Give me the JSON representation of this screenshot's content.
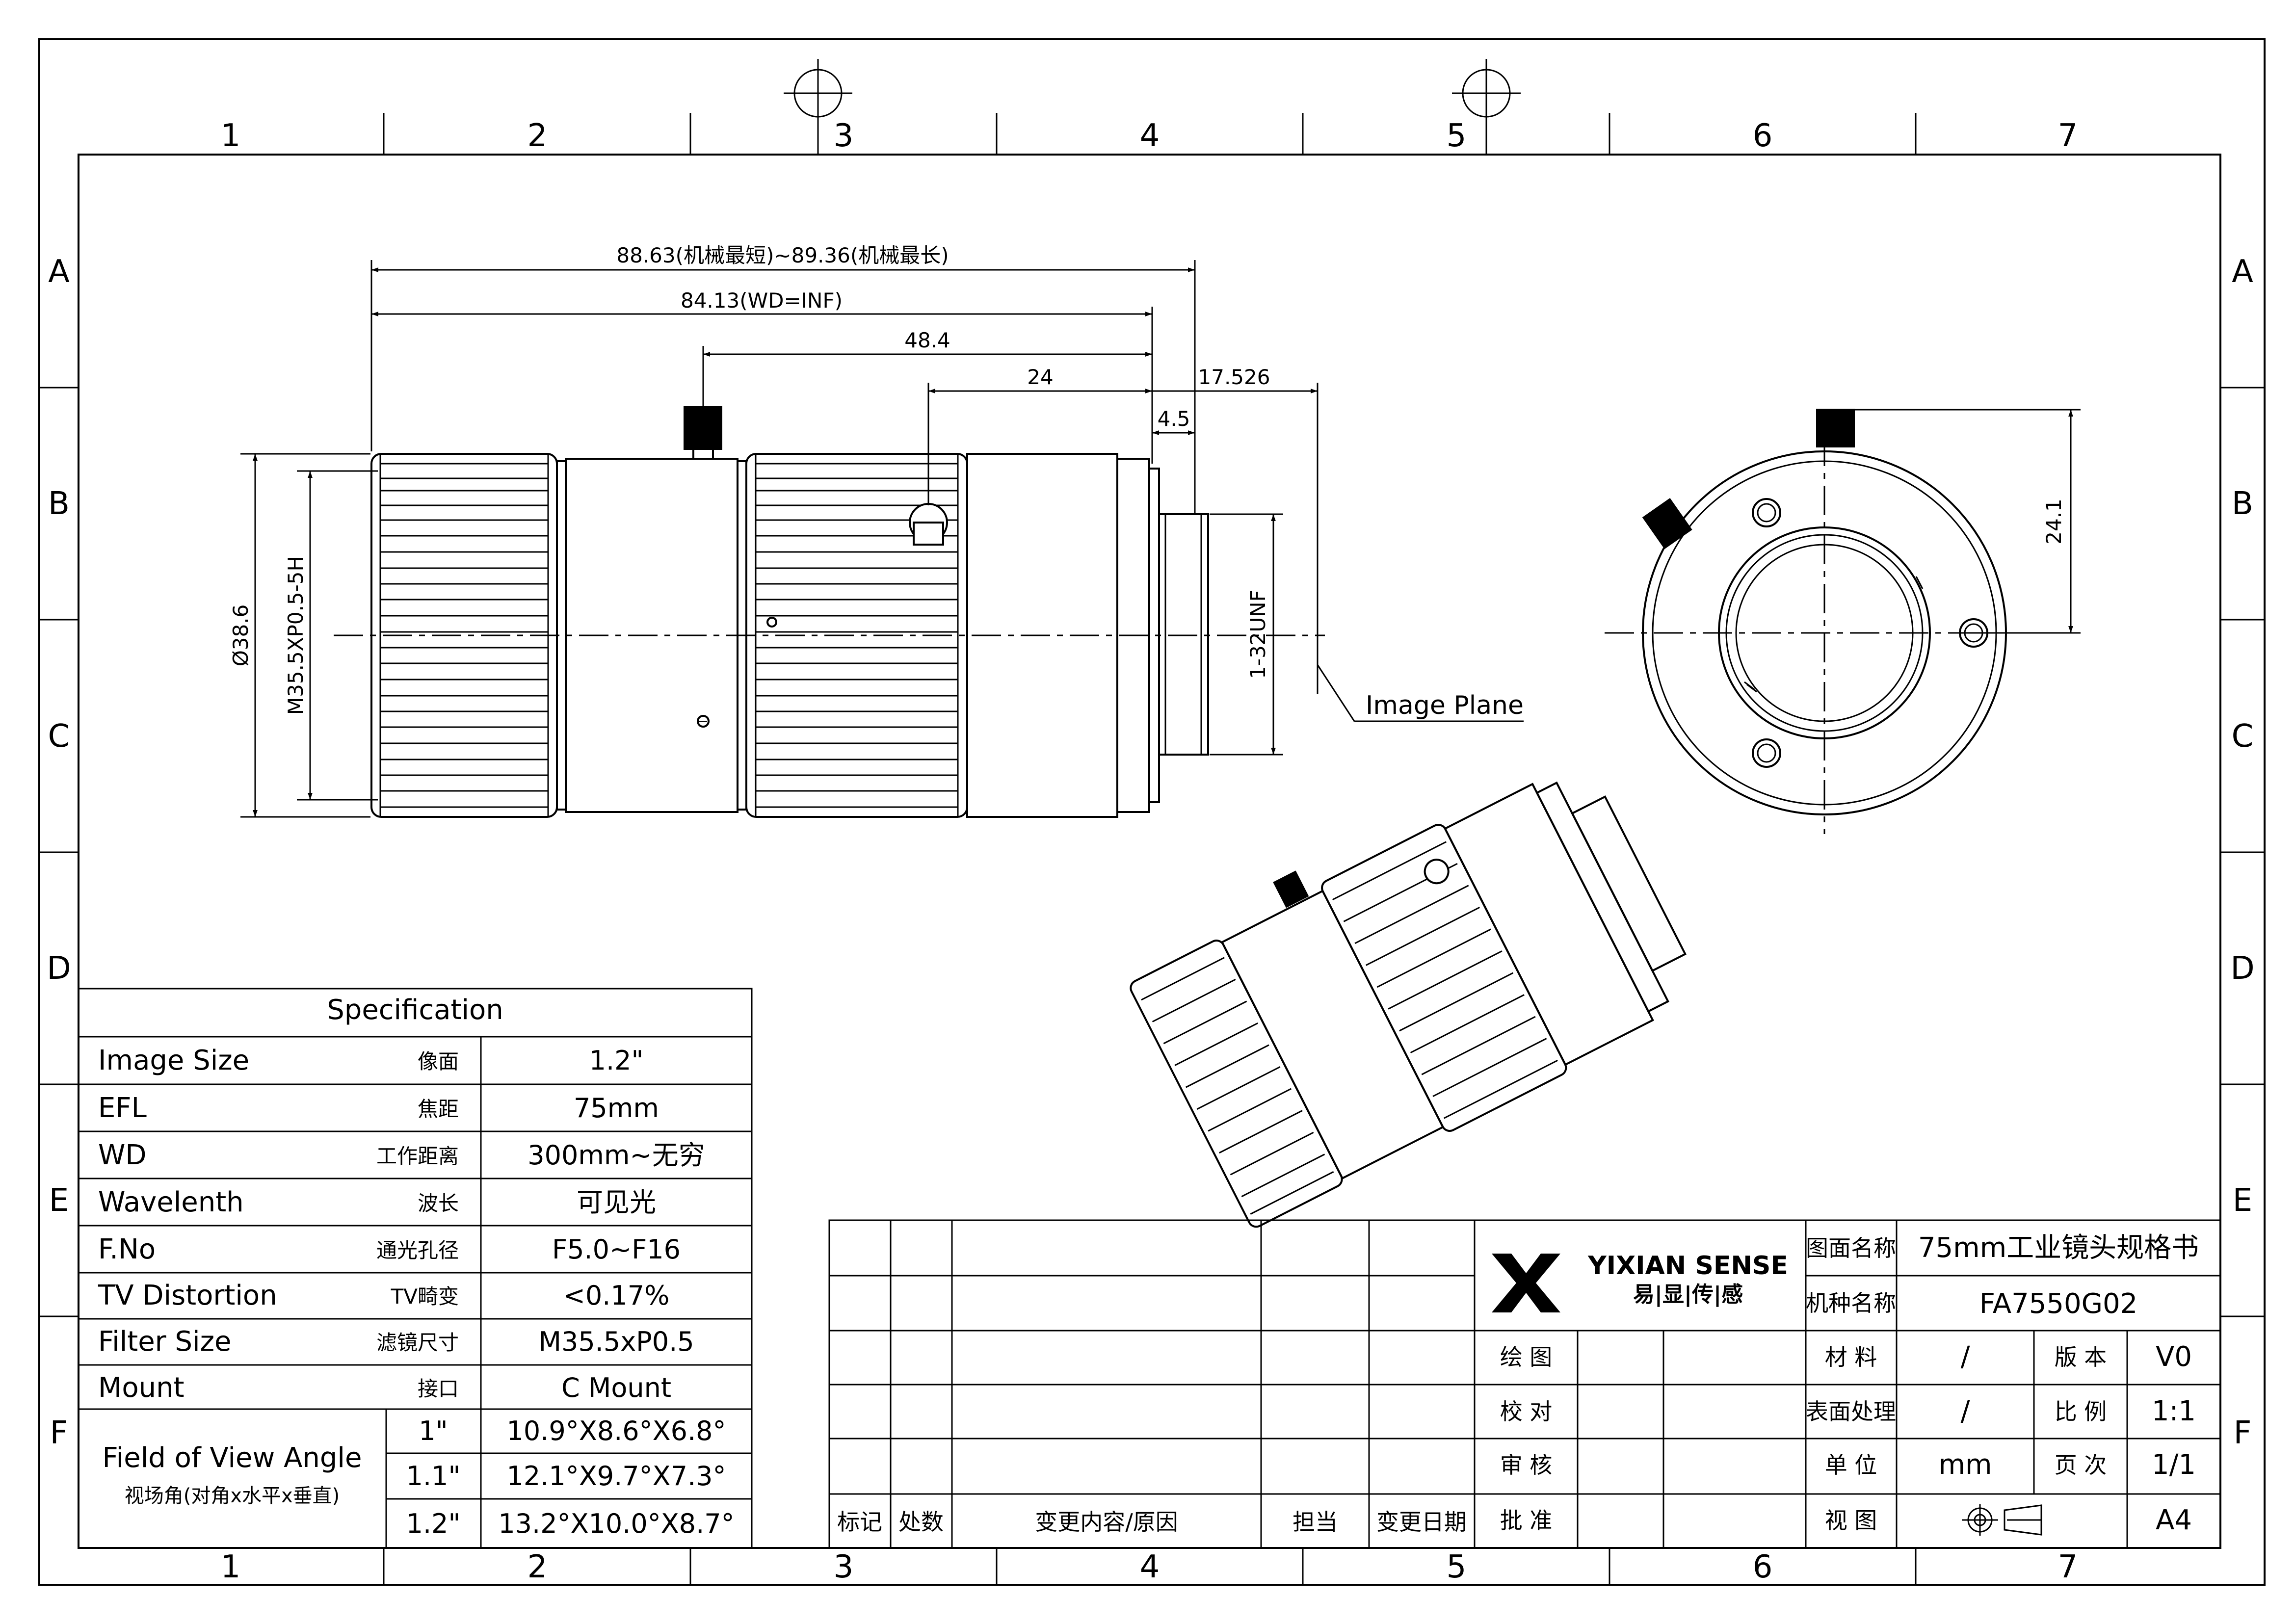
{
  "frame": {
    "columns": [
      "1",
      "2",
      "3",
      "4",
      "5",
      "6",
      "7"
    ],
    "rows": [
      "A",
      "B",
      "C",
      "D",
      "E",
      "F"
    ]
  },
  "dimensions": {
    "overall": "88.63(机械最短)~89.36(机械最长)",
    "length_inf": "84.13(WD=INF)",
    "d48": "48.4",
    "d24": "24",
    "d17": "17.526",
    "d45": "4.5",
    "dia": "Ø38.6",
    "filter": "M35.5XP0.5-5H",
    "mount_thread": "1-32UNF",
    "image_plane": "Image Plane",
    "height": "24.1"
  },
  "spec": {
    "title": "Specification",
    "rows": [
      {
        "en": "Image Size",
        "cn": "像面",
        "val": "1.2\""
      },
      {
        "en": "EFL",
        "cn": "焦距",
        "val": "75mm"
      },
      {
        "en": "WD",
        "cn": "工作距离",
        "val": "300mm~无穷"
      },
      {
        "en": "Wavelenth",
        "cn": "波长",
        "val": "可见光"
      },
      {
        "en": "F.No",
        "cn": "通光孔径",
        "val": "F5.0~F16"
      },
      {
        "en": "TV Distortion",
        "cn": "TV畸变",
        "val": "<0.17%"
      },
      {
        "en": "Filter Size",
        "cn": "滤镜尺寸",
        "val": "M35.5xP0.5"
      },
      {
        "en": "Mount",
        "cn": "接口",
        "val": "C Mount"
      }
    ],
    "fov": {
      "en": "Field of View Angle",
      "cn": "视场角(对角x水平x垂直)",
      "rows": [
        {
          "size": "1\"",
          "val": "10.9°X8.6°X6.8°"
        },
        {
          "size": "1.1\"",
          "val": "12.1°X9.7°X7.3°"
        },
        {
          "size": "1.2\"",
          "val": "13.2°X10.0°X8.7°"
        }
      ]
    }
  },
  "revision": {
    "headers": [
      "标记",
      "处数",
      "变更内容/原因",
      "担当",
      "变更日期"
    ]
  },
  "title_block": {
    "brand": "YIXIAN SENSE",
    "brand_cn": "易|显|传|感",
    "left_labels": [
      "绘 图",
      "校 对",
      "审 核",
      "批 准"
    ],
    "drawing_name_label": "图面名称",
    "drawing_name": "75mm工业镜头规格书",
    "model_label": "机种名称",
    "model": "FA7550G02",
    "material_label": "材 料",
    "material": "/",
    "version_label": "版 本",
    "version": "V0",
    "surface_label": "表面处理",
    "surface": "/",
    "scale_label": "比 例",
    "scale": "1:1",
    "unit_label": "单 位",
    "unit": "mm",
    "page_label": "页 次",
    "page": "1/1",
    "view_label": "视 图",
    "paper": "A4"
  }
}
